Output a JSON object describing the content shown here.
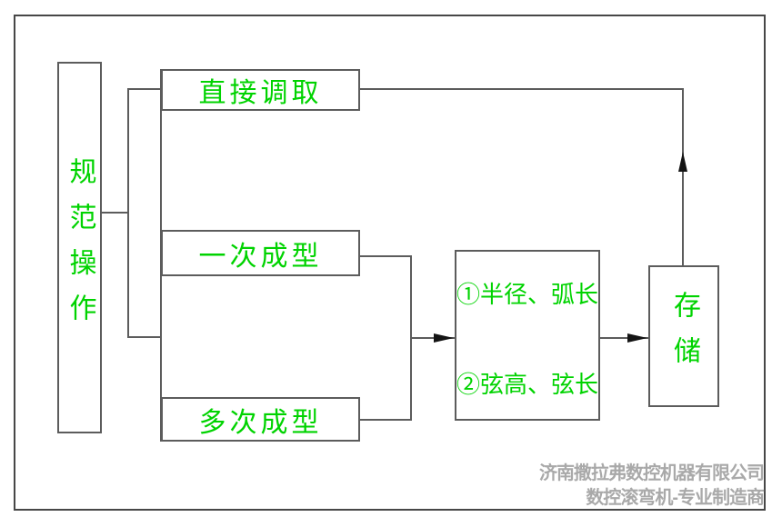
{
  "colors": {
    "text_green": "#00d300",
    "line_gray": "#5c5c5c",
    "frame_gray": "#474747",
    "arrow_black": "#141414",
    "watermark_gray": "#a9a9a9"
  },
  "nodes": {
    "standard_operation": "规范操作",
    "direct_recall": "直接调取",
    "single_forming": "一次成型",
    "multi_forming": "多次成型",
    "parameters_line1": "①半径、弧长",
    "parameters_line2": "②弦高、弦长",
    "storage": "存储"
  },
  "watermark": {
    "line1": "济南撒拉弗数控机器有限公司",
    "line2": "数控滚弯机-专业制造商"
  }
}
